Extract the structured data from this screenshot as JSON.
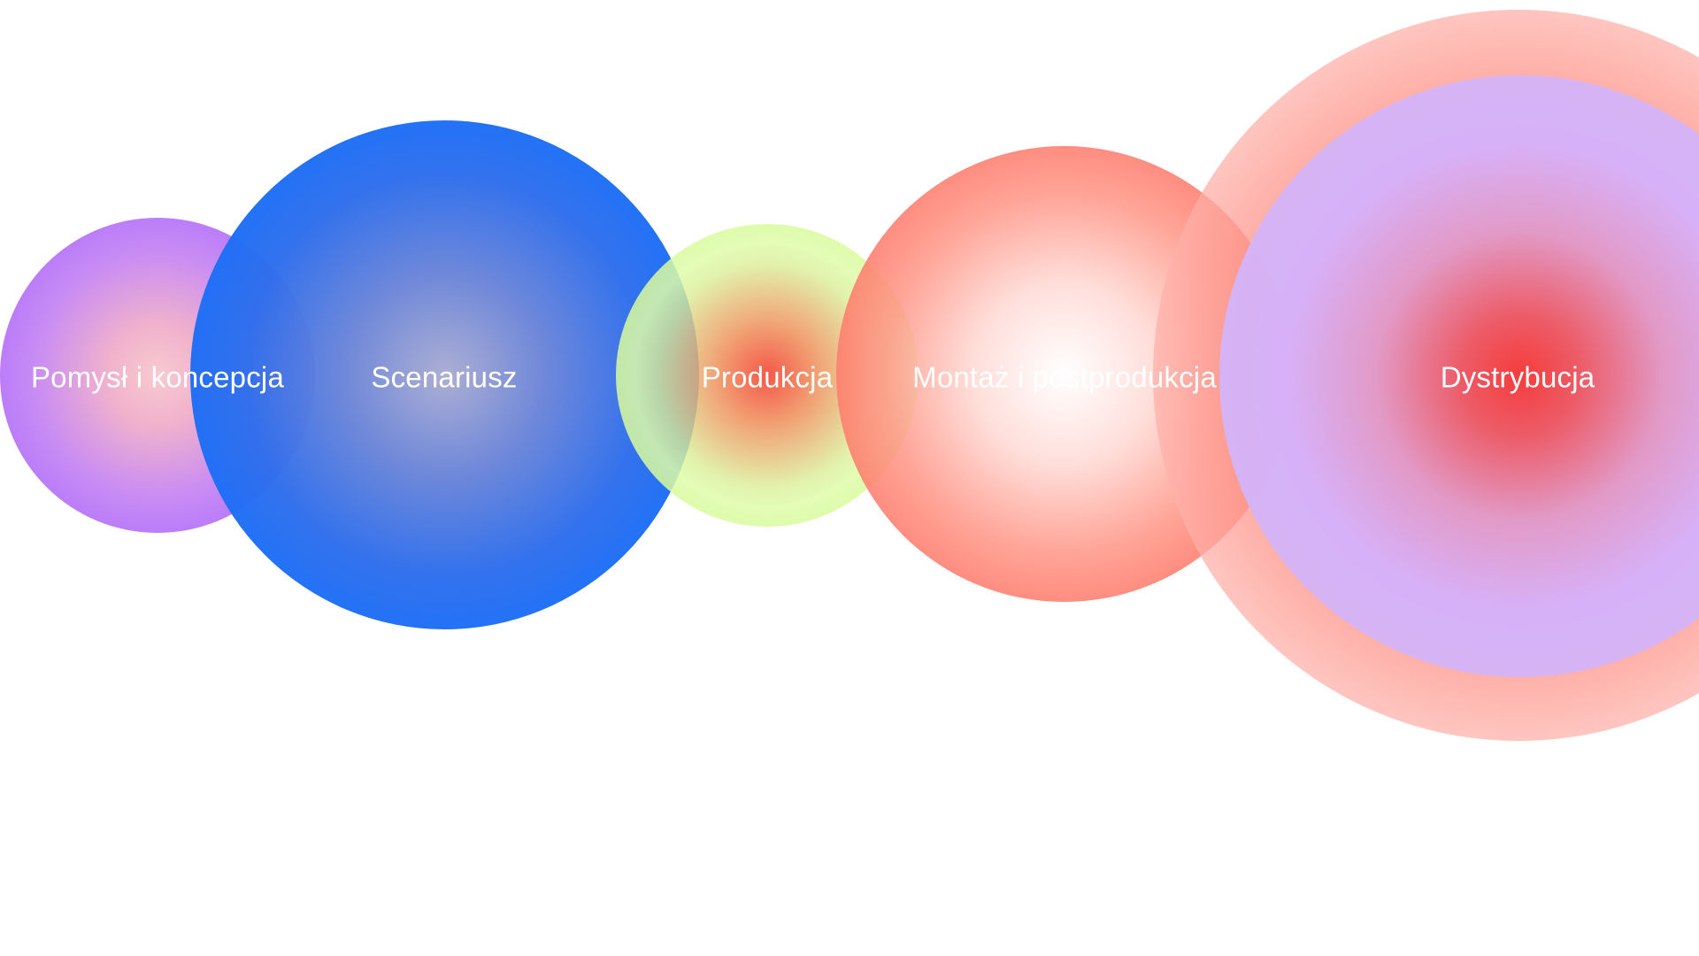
{
  "diagram": {
    "stages": [
      {
        "id": "concept",
        "label": "Pomysł i koncepcja",
        "color": "#b06ffc"
      },
      {
        "id": "script",
        "label": "Scenariusz",
        "color": "#1d6ff7"
      },
      {
        "id": "production",
        "label": "Produkcja",
        "color": "#d6fb96"
      },
      {
        "id": "postproduction",
        "label": "Montaż i postprodukcja",
        "color": "#fe6050"
      },
      {
        "id": "distribution",
        "label": "Dystrybucja",
        "color": "#d4b4f6"
      }
    ]
  }
}
